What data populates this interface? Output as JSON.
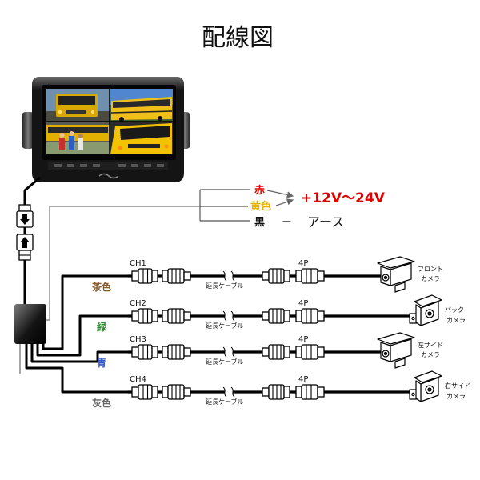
{
  "title": "配線図",
  "power": {
    "red_label": "赤",
    "red_color": "#ee0000",
    "yellow_label": "黄色",
    "yellow_color": "#e6b400",
    "voltage": "+12V～24V",
    "voltage_color": "#e00000",
    "black_label": "黒",
    "dash": "－",
    "ground": "アース"
  },
  "channels": [
    {
      "ch": "CH1",
      "wire_label": "茶色",
      "wire_color": "#8b5a2b",
      "pin": "4P",
      "extension": "延長ケーブル",
      "camera_line1": "フロント",
      "camera_line2": "カメラ"
    },
    {
      "ch": "CH2",
      "wire_label": "緑",
      "wire_color": "#2e8b2e",
      "pin": "4P",
      "extension": "延長ケーブル",
      "camera_line1": "バック",
      "camera_line2": "カメラ"
    },
    {
      "ch": "CH3",
      "wire_label": "青",
      "wire_color": "#2f55c8",
      "pin": "4P",
      "extension": "延長ケーブル",
      "camera_line1": "左サイド",
      "camera_line2": "カメラ"
    },
    {
      "ch": "CH4",
      "wire_label": "灰色",
      "wire_color": "#666666",
      "pin": "4P",
      "extension": "延長ケーブル",
      "camera_line1": "右サイド",
      "camera_line2": "カメラ"
    }
  ],
  "icons": {
    "monitor": "quad-view-monitor-icon",
    "camera": "camera-icon",
    "connector_arrows": [
      "down-arrow-icon",
      "up-arrow-icon"
    ]
  }
}
